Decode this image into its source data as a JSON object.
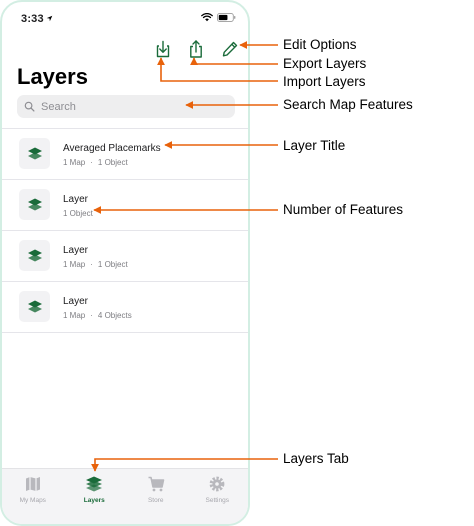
{
  "colors": {
    "accent": "#1a6b3a",
    "callout_arrow": "#e8620b",
    "phone_frame": "#d3eee3",
    "tab_bar": "#f4f4f6"
  },
  "status_bar": {
    "time": "3:33",
    "icons": [
      "location-arrow-icon",
      "wifi-icon",
      "battery-icon"
    ]
  },
  "toolbar": {
    "buttons": [
      {
        "name": "import-layers-button",
        "icon": "download-tray-icon"
      },
      {
        "name": "export-layers-button",
        "icon": "share-icon"
      },
      {
        "name": "edit-options-button",
        "icon": "pencil-icon"
      }
    ]
  },
  "page": {
    "title": "Layers"
  },
  "search": {
    "placeholder": "Search",
    "value": ""
  },
  "layers": [
    {
      "title": "Averaged Placemarks",
      "maps": "1 Map",
      "objects": "1 Object",
      "icon": "layers-stack-icon"
    },
    {
      "title": "Layer",
      "maps": "",
      "objects": "1 Object",
      "icon": "layers-stack-icon"
    },
    {
      "title": "Layer",
      "maps": "1 Map",
      "objects": "1 Object",
      "icon": "layers-stack-icon"
    },
    {
      "title": "Layer",
      "maps": "1 Map",
      "objects": "4 Objects",
      "icon": "layers-stack-icon"
    }
  ],
  "tabs": [
    {
      "label": "My Maps",
      "icon": "map-icon",
      "active": false
    },
    {
      "label": "Layers",
      "icon": "layers-stack-icon",
      "active": true
    },
    {
      "label": "Store",
      "icon": "cart-icon",
      "active": false
    },
    {
      "label": "Settings",
      "icon": "gear-icon",
      "active": false
    }
  ],
  "callouts": {
    "edit_options": "Edit Options",
    "export_layers": "Export Layers",
    "import_layers": "Import Layers",
    "search_map_features": "Search Map Features",
    "layer_title": "Layer Title",
    "number_of_features": "Number of Features",
    "layers_tab": "Layers Tab"
  }
}
